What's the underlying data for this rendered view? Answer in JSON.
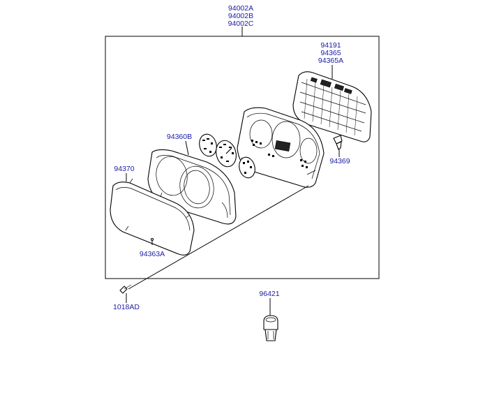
{
  "labels": {
    "assembly": [
      "94002A",
      "94002B",
      "94002C"
    ],
    "board": [
      "94191",
      "94365",
      "94365A"
    ],
    "bulb": "94369",
    "housing": "94360B",
    "lens": "94370",
    "lens_clip": "94363A",
    "screw": "1018AD",
    "socket": "96421"
  },
  "colors": {
    "label": "#1a1aa6",
    "line": "#000000"
  }
}
